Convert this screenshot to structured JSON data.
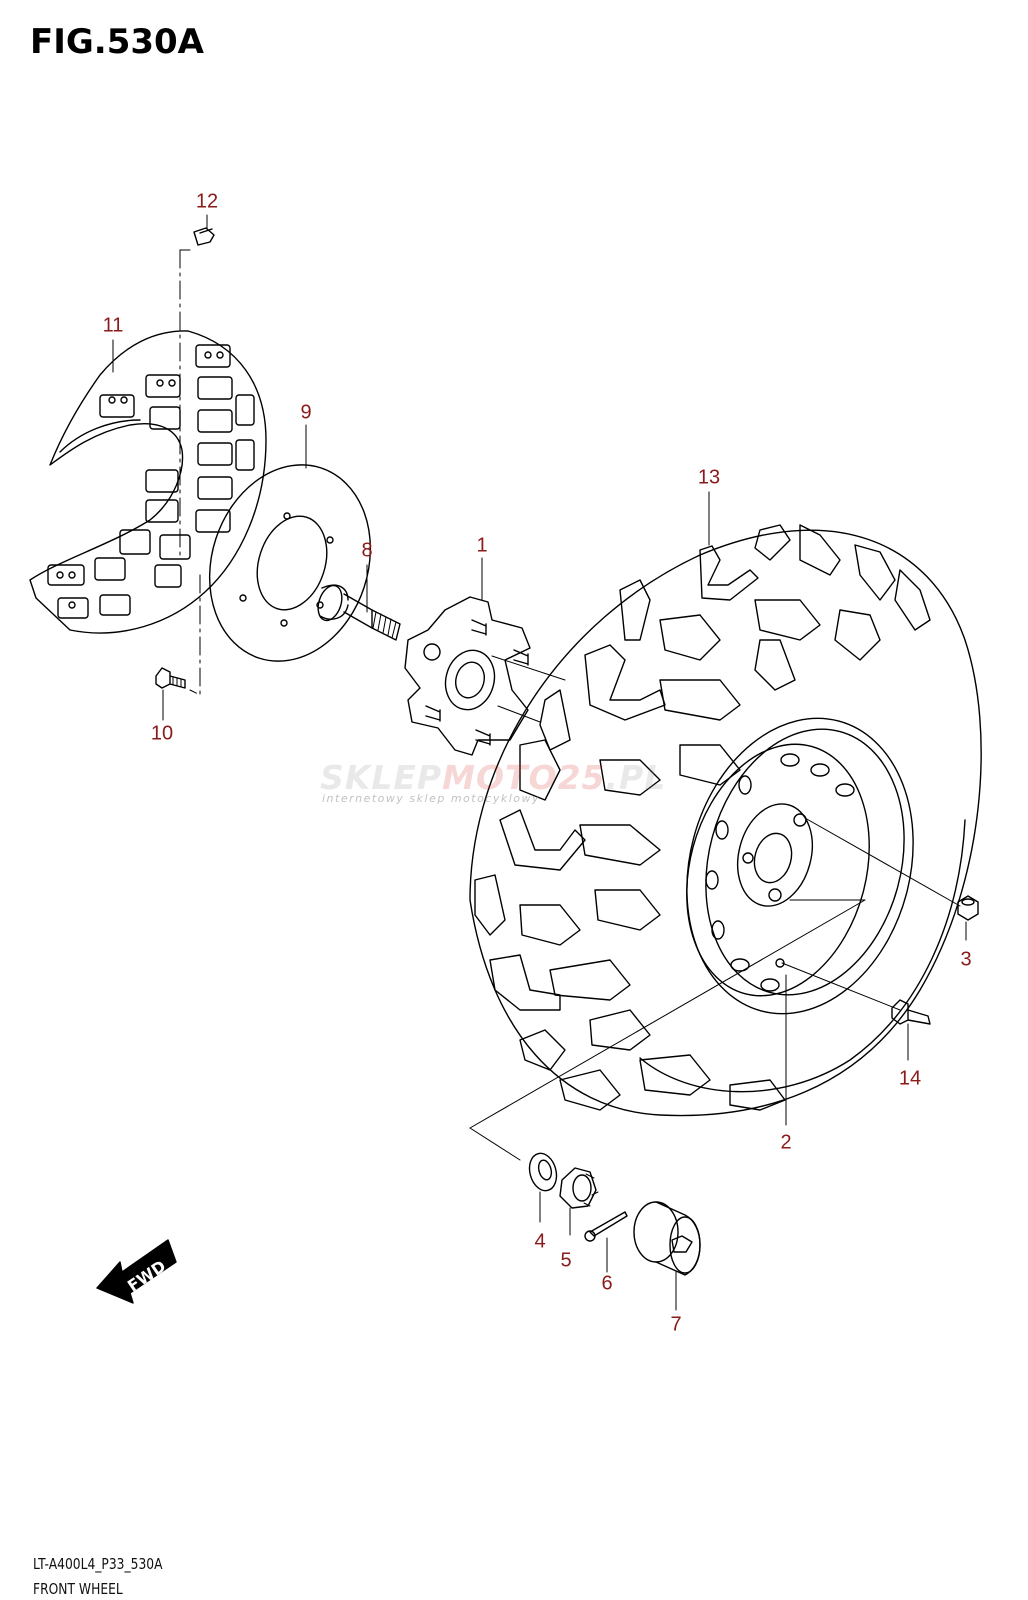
{
  "figure": {
    "title": "FIG.530A",
    "code": "LT-A400L4_P33_530A",
    "caption": "FRONT WHEEL"
  },
  "callouts": {
    "c1": "1",
    "c2": "2",
    "c3": "3",
    "c4": "4",
    "c5": "5",
    "c6": "6",
    "c7": "7",
    "c8": "8",
    "c9": "9",
    "c10": "10",
    "c11": "11",
    "c12": "12",
    "c13": "13",
    "c14": "14"
  },
  "watermark": {
    "brand_a": "SKLEP",
    "brand_b": "MOTO",
    "brand_c": "25",
    "brand_d": ".PL",
    "tagline": "internetowy sklep motocyklowy"
  },
  "fwd_arrow": {
    "label": "FWD"
  },
  "colors": {
    "callout": "#8b1a1a",
    "line": "#000000",
    "watermark_red": "#d42020",
    "watermark_grey": "#8a8a8a"
  }
}
